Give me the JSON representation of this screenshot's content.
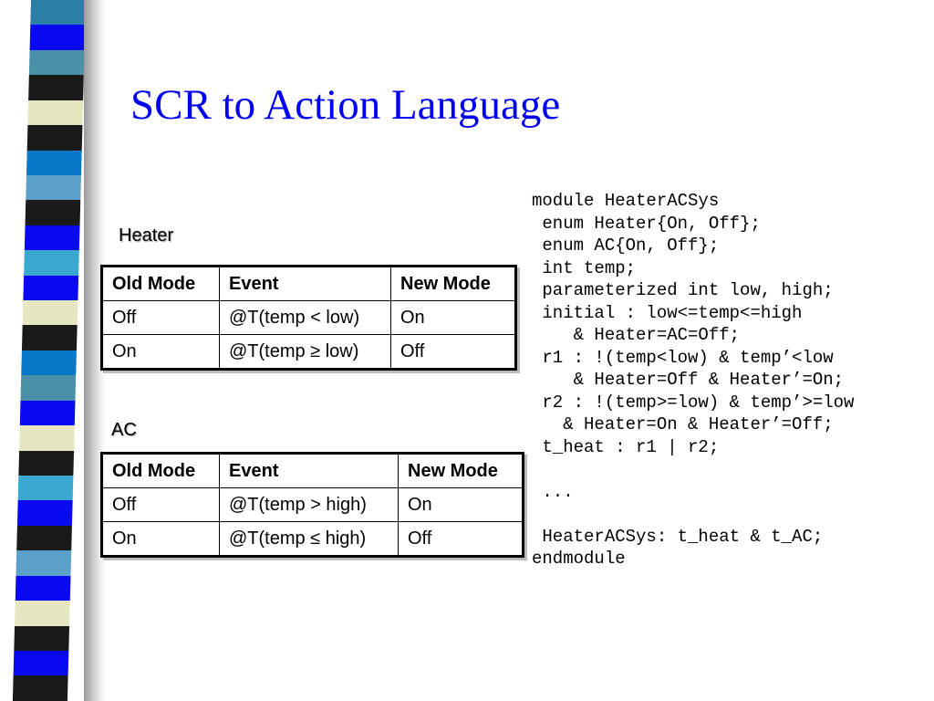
{
  "slide": {
    "title": "SCR to Action Language",
    "stripe_colors": [
      "#2a7fa8",
      "#0a0af0",
      "#4a90a8",
      "#1a1a1a",
      "#e6e6c0",
      "#1a1a1a",
      "#0a78c8",
      "#5aa0c8",
      "#1a1a1a",
      "#0a0af0",
      "#3aa8d0",
      "#0a0af0",
      "#e6e6c0",
      "#1a1a1a",
      "#0a78c8",
      "#4a90a8",
      "#0a0af0",
      "#e6e6c0",
      "#1a1a1a",
      "#3aa8d0",
      "#0a0af0",
      "#1a1a1a",
      "#5aa0c8",
      "#0a0af0",
      "#e6e6c0",
      "#1a1a1a",
      "#0a0af0",
      "#1a1a1a"
    ]
  },
  "heater": {
    "label": "Heater",
    "headers": [
      "Old Mode",
      "Event",
      "New Mode"
    ],
    "rows": [
      [
        "Off",
        "@T(temp < low)",
        "On"
      ],
      [
        "On",
        "@T(temp ≥ low)",
        "Off"
      ]
    ]
  },
  "ac": {
    "label": "AC",
    "headers": [
      "Old Mode",
      "Event",
      "New Mode"
    ],
    "rows": [
      [
        "Off",
        "@T(temp > high)",
        "On"
      ],
      [
        "On",
        "@T(temp ≤ high)",
        "Off"
      ]
    ]
  },
  "code": {
    "lines": [
      "module HeaterACSys",
      " enum Heater{On, Off};",
      " enum AC{On, Off};",
      " int temp;",
      " parameterized int low, high;",
      " initial : low<=temp<=high",
      "    & Heater=AC=Off;",
      " r1 : !(temp<low) & temp’<low",
      "    & Heater=Off & Heater’=On;",
      " r2 : !(temp>=low) & temp’>=low",
      "   & Heater=On & Heater’=Off;",
      " t_heat : r1 | r2;",
      "",
      " ...",
      "",
      " HeaterACSys: t_heat & t_AC;",
      "endmodule"
    ]
  }
}
